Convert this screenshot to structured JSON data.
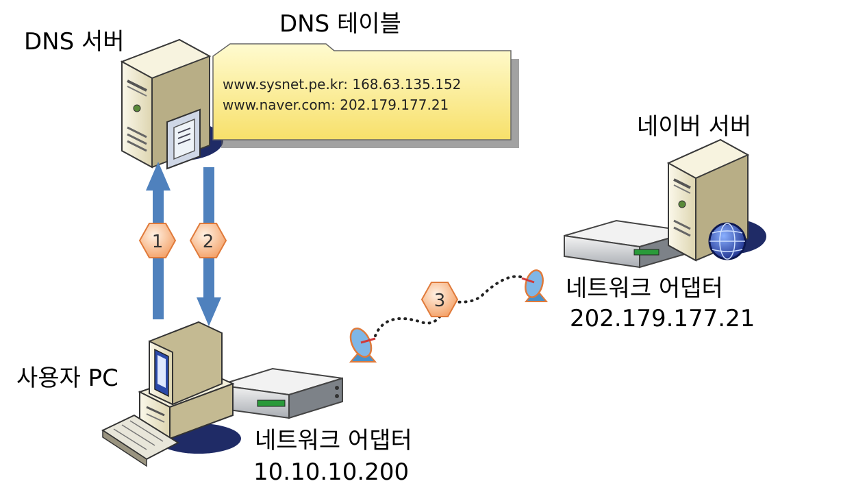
{
  "labels": {
    "dns_server": "DNS 서버",
    "dns_table_title": "DNS 테이블",
    "naver_server": "네이버 서버",
    "user_pc": "사용자 PC",
    "pc_adapter": "네트워크 어댑터",
    "pc_ip": "10.10.10.200",
    "naver_adapter": "네트워크 어댑터",
    "naver_ip": "202.179.177.21"
  },
  "dns_table": {
    "rows": [
      "www.sysnet.pe.kr: 168.63.135.152",
      "www.naver.com: 202.179.177.21"
    ]
  },
  "steps": [
    "1",
    "2",
    "3"
  ],
  "colors": {
    "arrow": "#4f81bd",
    "badge": "#f6a872",
    "note_bg": "#fff48c",
    "server_body": "#f0ead0"
  }
}
